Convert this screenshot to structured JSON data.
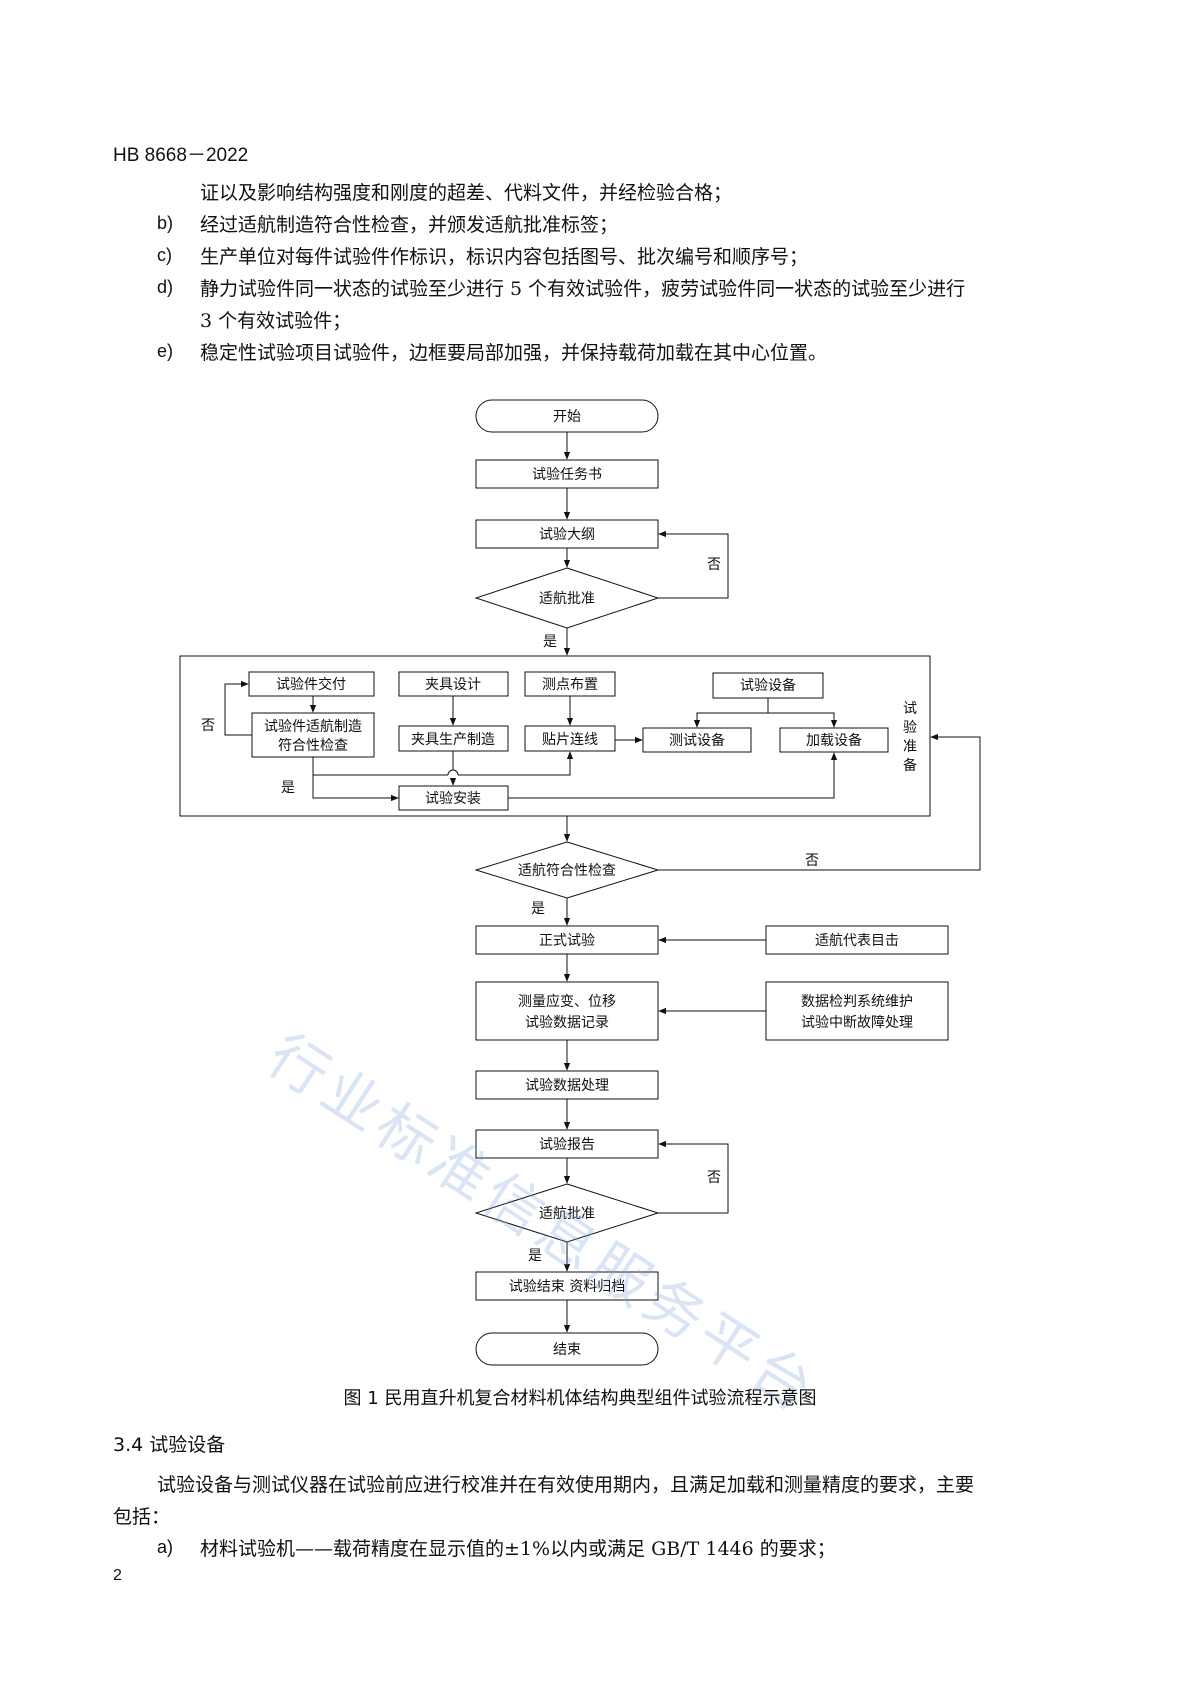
{
  "header": "HB 8668－2022",
  "list_top": [
    {
      "marker": "",
      "lines": [
        "证以及影响结构强度和刚度的超差、代料文件，并经检验合格；"
      ]
    },
    {
      "marker": "b)",
      "lines": [
        "经过适航制造符合性检查，并颁发适航批准标签；"
      ]
    },
    {
      "marker": "c)",
      "lines": [
        "生产单位对每件试验件作标识，标识内容包括图号、批次编号和顺序号；"
      ]
    },
    {
      "marker": "d)",
      "lines": [
        "静力试验件同一状态的试验至少进行 5 个有效试验件，疲劳试验件同一状态的试验至少进行",
        "3 个有效试验件；"
      ]
    },
    {
      "marker": "e)",
      "lines": [
        "稳定性试验项目试验件，边框要局部加强，并保持载荷加载在其中心位置。"
      ]
    }
  ],
  "flow": {
    "start": "开始",
    "task_book": "试验任务书",
    "outline": "试验大纲",
    "approval1": "适航批准",
    "no1": "否",
    "yes1": "是",
    "prep": {
      "side_label": [
        "试",
        "验",
        "准",
        "备"
      ],
      "specimen_delivery": "试验件交付",
      "specimen_check": [
        "试验件适航制造",
        "符合性检查"
      ],
      "no": "否",
      "yes": "是",
      "fixture_design": "夹具设计",
      "fixture_make": "夹具生产制造",
      "point_layout": "测点布置",
      "gauge_wiring": "贴片连线",
      "equipment": "试验设备",
      "test_equipment": "测试设备",
      "load_equipment": "加载设备",
      "install": "试验安装"
    },
    "conformity": "适航符合性检查",
    "no2": "否",
    "yes2": "是",
    "formal_test": "正式试验",
    "witness": "适航代表目击",
    "measure": [
      "测量应变、位移",
      "试验数据记录"
    ],
    "maintain": [
      "数据检判系统维护",
      "试验中断故障处理"
    ],
    "data_process": "试验数据处理",
    "report": "试验报告",
    "approval2": "适航批准",
    "no3": "否",
    "yes3": "是",
    "finish": "试验结束  资料归档",
    "end": "结束"
  },
  "figure_caption": "图 1    民用直升机复合材料机体结构典型组件试验流程示意图",
  "section": "3.4    试验设备",
  "section_para": [
    "试验设备与测试仪器在试验前应进行校准并在有效使用期内，且满足加载和测量精度的要求，主要",
    "包括："
  ],
  "item_a": {
    "marker": "a)",
    "text": "材料试验机——载荷精度在显示值的±1%以内或满足 GB/T 1446 的要求；"
  },
  "page_number": "2",
  "watermark": "行业标准信息服务平台"
}
